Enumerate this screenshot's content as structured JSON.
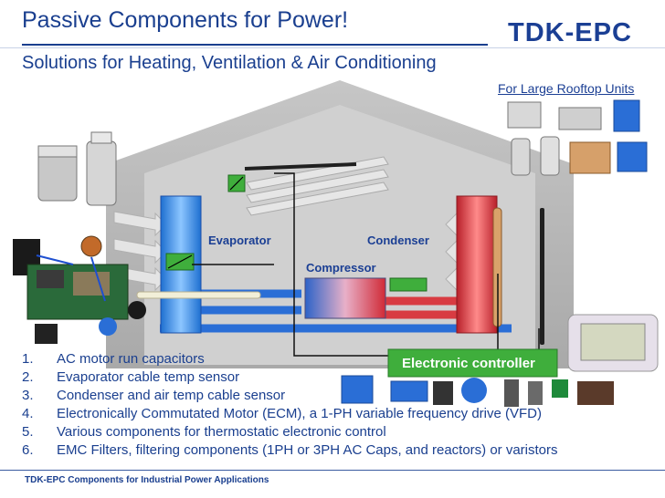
{
  "header": {
    "title": "Passive Components for Power!",
    "subtitle": "Solutions for Heating, Ventilation & Air Conditioning",
    "logo": "TDK-EPC"
  },
  "diagram": {
    "evaporator": "Evaporator",
    "condenser": "Condenser",
    "compressor": "Compressor",
    "controller": "Electronic controller",
    "rooftop_label": "For Large Rooftop Units"
  },
  "list": [
    {
      "num": "1.",
      "text": "AC motor run capacitors"
    },
    {
      "num": "2.",
      "text": "Evaporator cable temp sensor"
    },
    {
      "num": "3.",
      "text": "Condenser and air temp cable sensor"
    },
    {
      "num": "4.",
      "text": "Electronically Commutated Motor (ECM), a 1-PH variable frequency drive (VFD)"
    },
    {
      "num": "5.",
      "text": "Various components for thermostatic electronic control"
    },
    {
      "num": "6.",
      "text": "EMC Filters, filtering components (1PH or 3PH AC Caps, and reactors) or varistors"
    }
  ],
  "footer": "TDK-EPC Components for Industrial Power Applications",
  "colors": {
    "brand_blue": "#1a3f8f",
    "controller_green": "#3fae3c",
    "evaporator_blue": "#3a8fe0",
    "condenser_red": "#d9343b",
    "house_gray": "#b8b8b8"
  }
}
